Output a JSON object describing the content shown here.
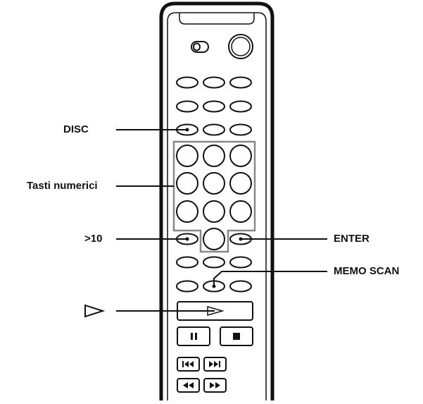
{
  "callouts": {
    "disc": "DISC",
    "numeric_keys": "Tasti numerici",
    "greater_than_10": ">10",
    "enter": "ENTER",
    "memo_scan": "MEMO SCAN"
  },
  "icons": {
    "play_indicator": "play-triangle-outline",
    "pause": "pause",
    "stop": "stop",
    "previous": "skip-previous",
    "next": "skip-next",
    "rewind": "rewind",
    "fast_forward": "fast-forward"
  }
}
